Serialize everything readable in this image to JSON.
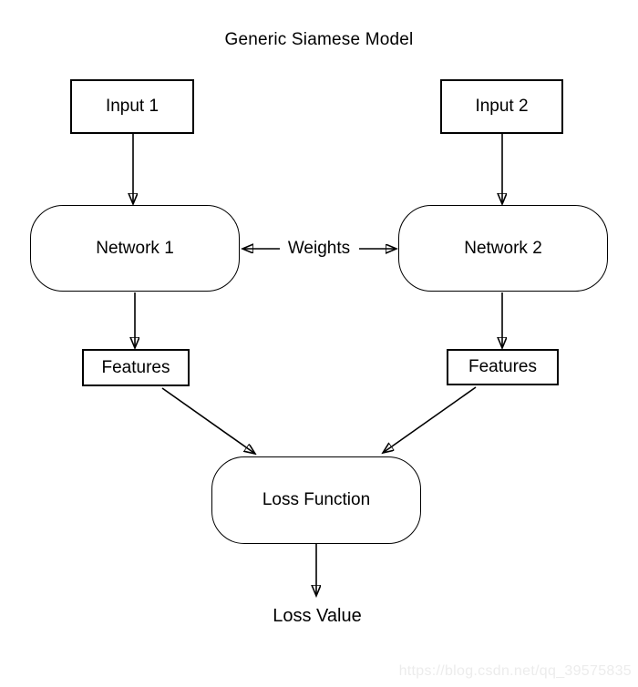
{
  "title": "Generic Siamese Model",
  "nodes": {
    "input1": {
      "label": "Input 1"
    },
    "input2": {
      "label": "Input 2"
    },
    "network1": {
      "label": "Network 1"
    },
    "network2": {
      "label": "Network 2"
    },
    "weights": {
      "label": "Weights"
    },
    "features1": {
      "label": "Features"
    },
    "features2": {
      "label": "Features"
    },
    "loss_function": {
      "label": "Loss Function"
    },
    "loss_value": {
      "label": "Loss Value"
    }
  },
  "edges": [
    {
      "from": "input1",
      "to": "network1",
      "direction": "down"
    },
    {
      "from": "input2",
      "to": "network2",
      "direction": "down"
    },
    {
      "from": "weights",
      "to": "network1",
      "direction": "left"
    },
    {
      "from": "weights",
      "to": "network2",
      "direction": "right"
    },
    {
      "from": "network1",
      "to": "features1",
      "direction": "down"
    },
    {
      "from": "network2",
      "to": "features2",
      "direction": "down"
    },
    {
      "from": "features1",
      "to": "loss_function",
      "direction": "diagonal-down-right"
    },
    {
      "from": "features2",
      "to": "loss_function",
      "direction": "diagonal-down-left"
    },
    {
      "from": "loss_function",
      "to": "loss_value",
      "direction": "down"
    }
  ],
  "colors": {
    "stroke": "#000000",
    "text": "#000000",
    "background": "#ffffff",
    "watermark": "#ececec"
  },
  "watermark": {
    "text": "https://blog.csdn.net/qq_39575835"
  }
}
